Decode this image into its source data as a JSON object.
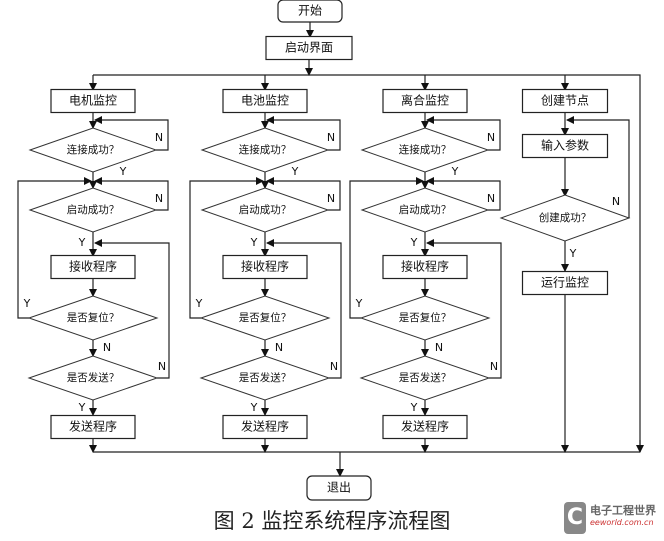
{
  "start": "开始",
  "init": "启动界面",
  "exit": "退出",
  "monitor_columns": [
    {
      "title": "电机监控",
      "connect": "连接成功？",
      "startup": "启动成功？",
      "receive": "接收程序",
      "reset": "是否复位？",
      "send_q": "是否发送？",
      "send": "发送程序"
    },
    {
      "title": "电池监控",
      "connect": "连接成功？",
      "startup": "启动成功？",
      "receive": "接收程序",
      "reset": "是否复位？",
      "send_q": "是否发送？",
      "send": "发送程序"
    },
    {
      "title": "离合监控",
      "connect": "连接成功？",
      "startup": "启动成功？",
      "receive": "接收程序",
      "reset": "是否复位？",
      "send_q": "是否发送？",
      "send": "发送程序"
    }
  ],
  "node_column": {
    "title": "创建节点",
    "input": "输入参数",
    "created": "创建成功？",
    "run": "运行监控"
  },
  "labels": {
    "yes": "Y",
    "no": "N"
  },
  "caption": "图 2 监控系统程序流程图",
  "logo": {
    "name": "电子工程世界",
    "url": "eeworld.com.cn"
  }
}
